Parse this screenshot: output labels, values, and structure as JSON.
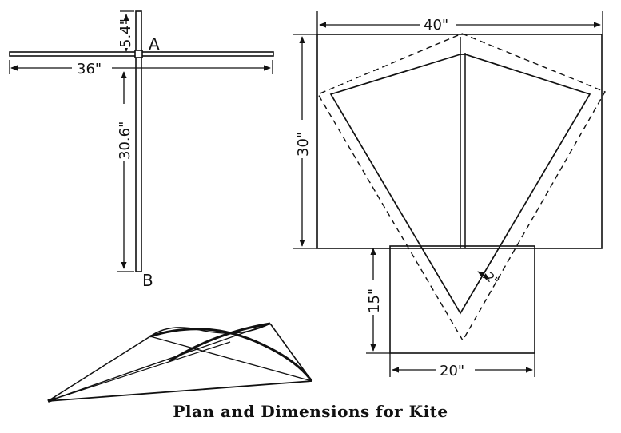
{
  "caption": "Plan and Dimensions for Kite",
  "frame": {
    "point_a": "A",
    "point_b": "B",
    "top_length": "5.4\"",
    "cross_length": "36\"",
    "spine_length": "30.6\""
  },
  "plan": {
    "width": "40\"",
    "height": "30\"",
    "margin": "2\"",
    "lower_height": "15\"",
    "lower_width": "20\""
  },
  "colors": {
    "ink": "#111111",
    "paper": "#ffffff"
  }
}
